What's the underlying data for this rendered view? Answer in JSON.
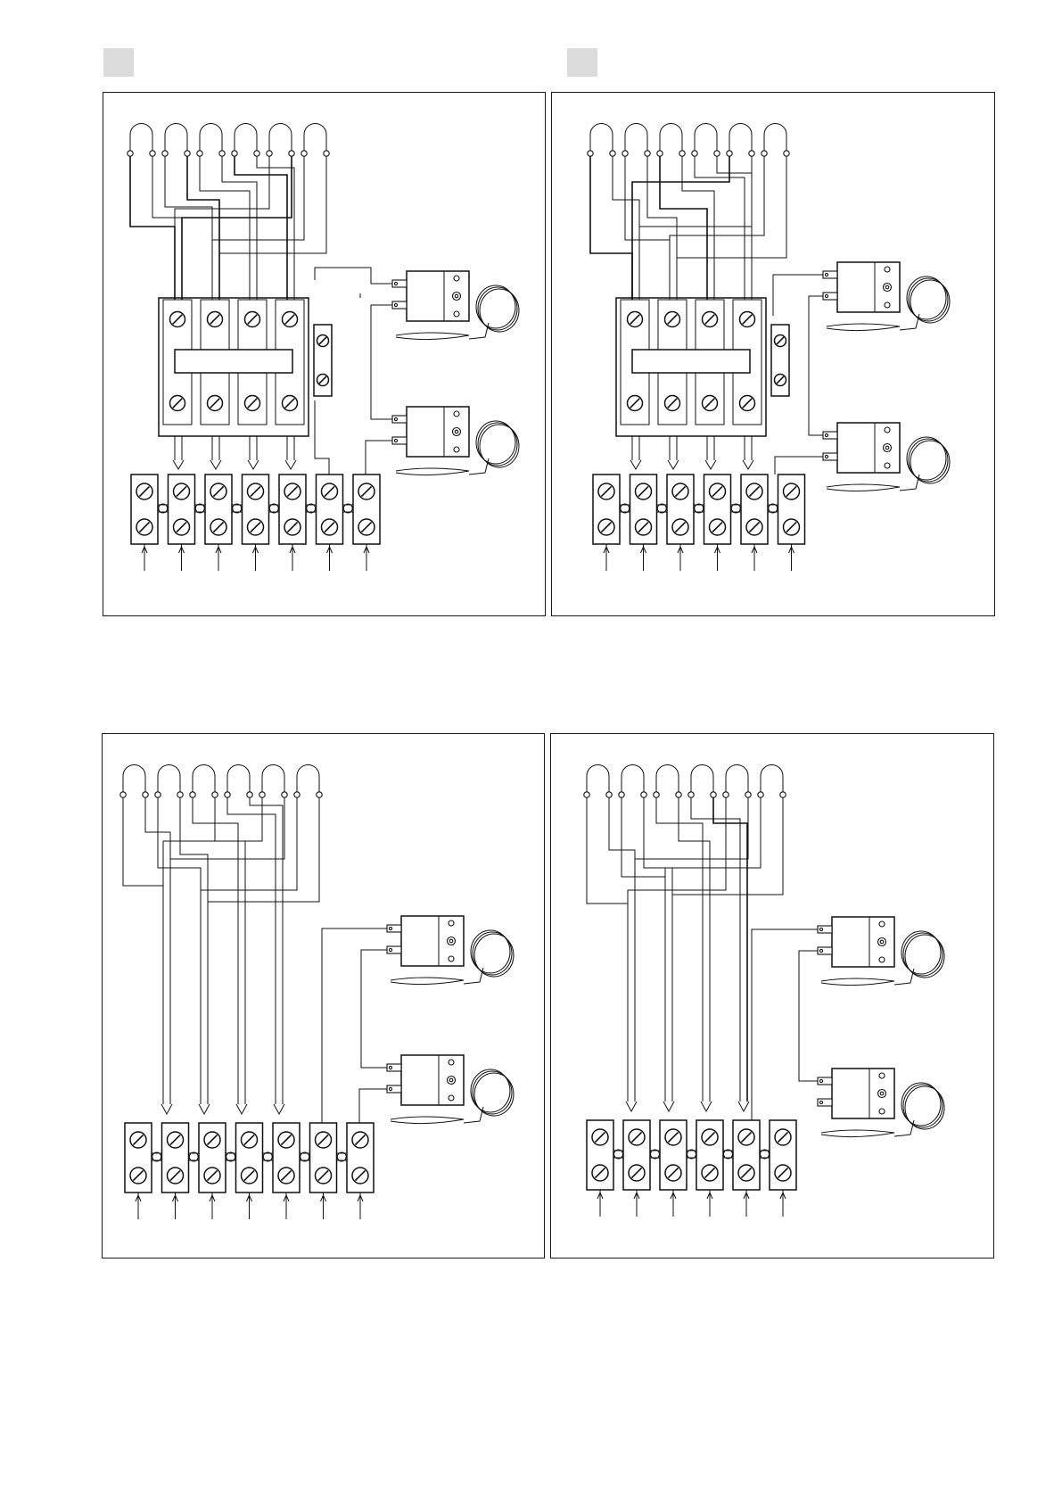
{
  "page": {
    "background": "#ffffff",
    "line_color": "#111111",
    "marker_color": "#dcdcdc"
  },
  "markers": [
    {
      "name": "section-marker-left"
    },
    {
      "name": "section-marker-right"
    }
  ],
  "panels": [
    {
      "name": "wiring-diagram-top-left",
      "elements": 6,
      "terminals": 7,
      "contactor_poles": 4,
      "auxiliary_contact": true,
      "thermostats": 2
    },
    {
      "name": "wiring-diagram-top-right",
      "elements": 6,
      "terminals": 6,
      "contactor_poles": 4,
      "auxiliary_contact": true,
      "thermostats": 2
    },
    {
      "name": "wiring-diagram-bottom-left",
      "elements": 6,
      "terminals": 7,
      "contactor_poles": 0,
      "auxiliary_contact": false,
      "thermostats": 2
    },
    {
      "name": "wiring-diagram-bottom-right",
      "elements": 6,
      "terminals": 6,
      "contactor_poles": 0,
      "auxiliary_contact": false,
      "thermostats": 2
    }
  ]
}
